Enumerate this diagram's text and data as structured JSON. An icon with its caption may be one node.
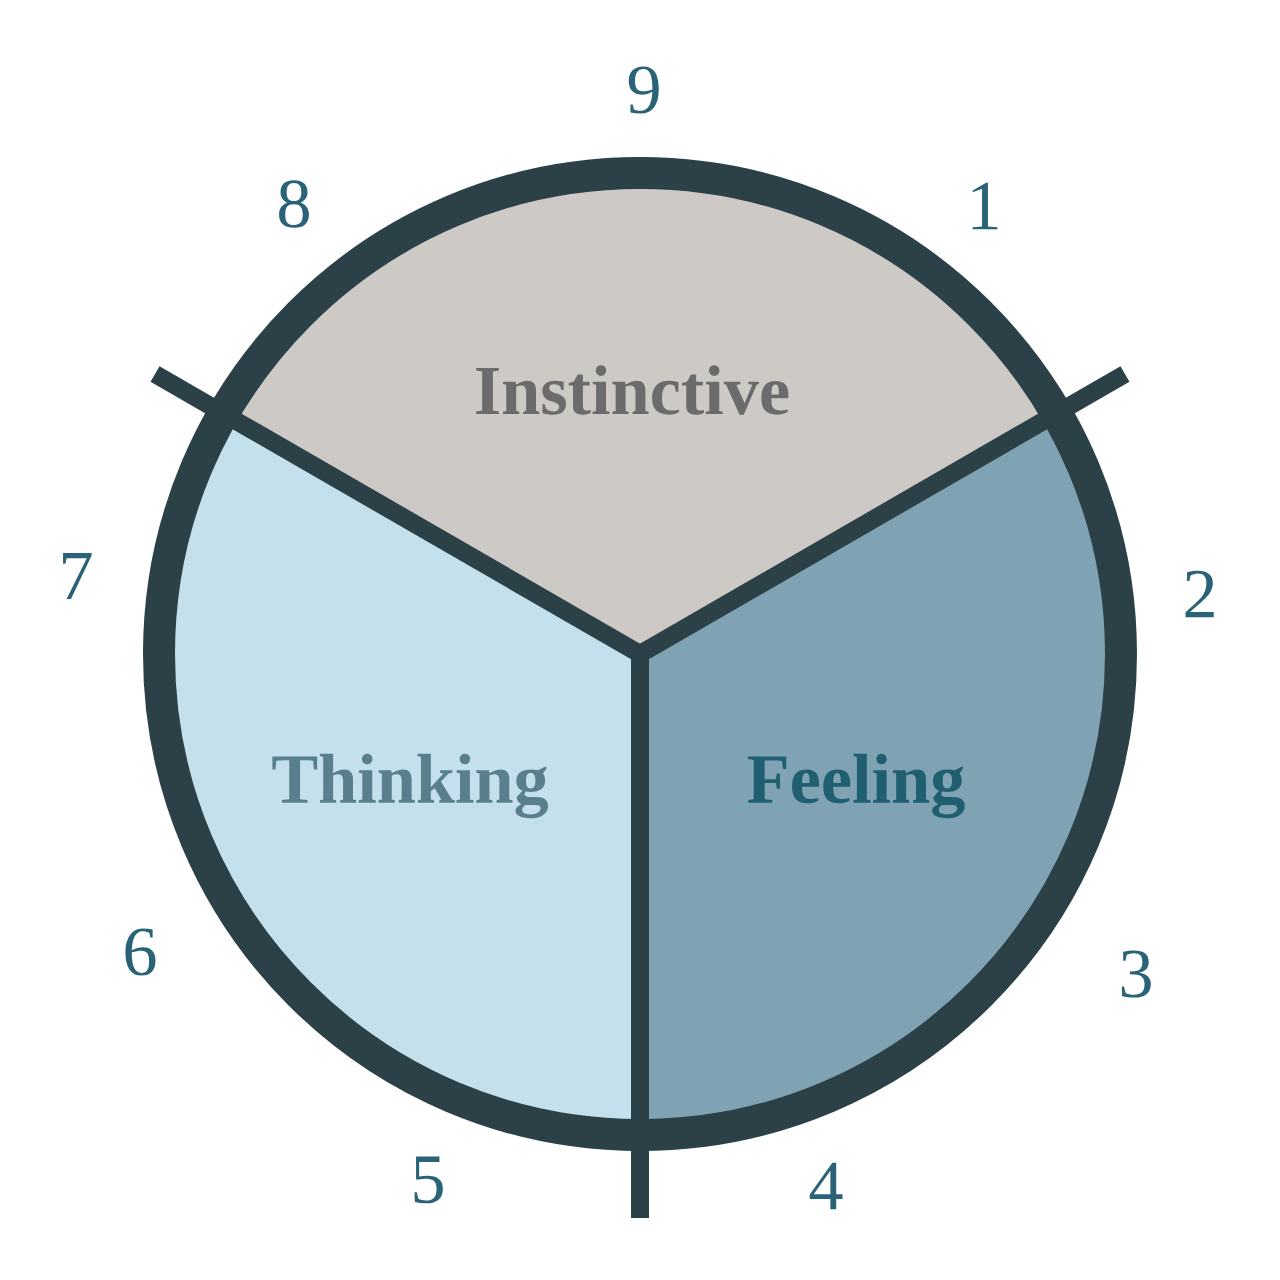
{
  "diagram": {
    "nodes": [
      {
        "text": [
          "Instinctive"
        ]
      },
      {
        "text": [
          "Thinking"
        ]
      },
      {
        "text": [
          "Feeling"
        ]
      }
    ],
    "labels": [
      "9",
      "8",
      "1",
      "7",
      "2",
      "6",
      "3",
      "5",
      "4"
    ]
  }
}
